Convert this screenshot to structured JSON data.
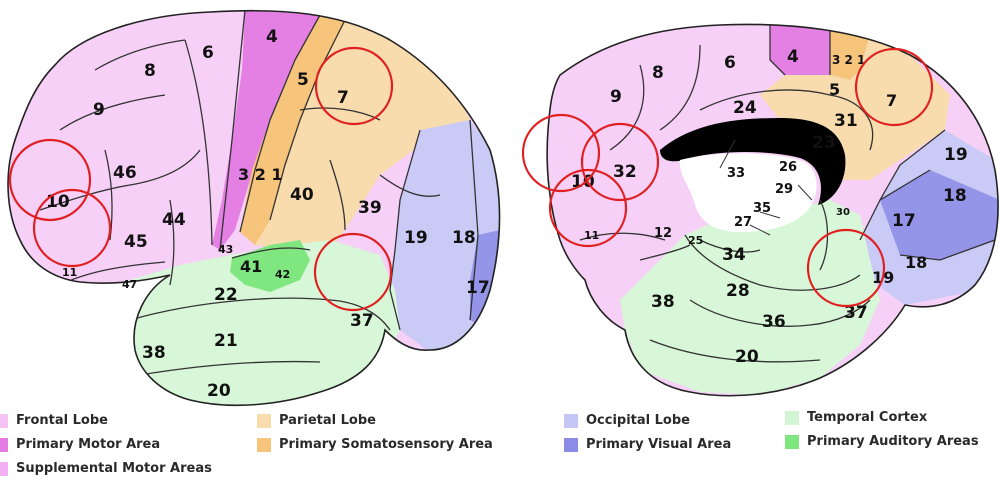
{
  "lateral_labels": [
    "4",
    "6",
    "8",
    "9",
    "5",
    "7",
    "46",
    "10",
    "3 2 1",
    "40",
    "39",
    "44",
    "45",
    "43",
    "41",
    "42",
    "11",
    "47",
    "19",
    "18",
    "17",
    "22",
    "37",
    "21",
    "38",
    "20"
  ],
  "medial_labels": [
    "6",
    "4",
    "3 2 1",
    "8",
    "9",
    "5",
    "7",
    "24",
    "31",
    "23",
    "33",
    "26",
    "29",
    "35",
    "27",
    "19",
    "18",
    "17",
    "32",
    "10",
    "12",
    "11",
    "25",
    "34",
    "28",
    "19",
    "18",
    "38",
    "36",
    "37",
    "20",
    "30"
  ],
  "legend": [
    {
      "label": "Frontal Lobe",
      "color": "#f4c3f4"
    },
    {
      "label": "Primary Motor Area",
      "color": "#e57be5"
    },
    {
      "label": "Supplemental Motor Areas",
      "color": "#f2b0f2"
    },
    {
      "label": "Parietal Lobe",
      "color": "#f8dcae"
    },
    {
      "label": "Primary Somatosensory Area",
      "color": "#f6c47b"
    },
    {
      "label": "Occipital Lobe",
      "color": "#c6c6f5"
    },
    {
      "label": "Primary Visual Area",
      "color": "#8c8ce6"
    },
    {
      "label": "Temporal Cortex",
      "color": "#d4f5d4"
    },
    {
      "label": "Primary Auditory Areas",
      "color": "#7fe67f"
    }
  ],
  "colors": {
    "frontal": "#f6d0f6",
    "motor": "#e480e4",
    "parietal": "#f8dcae",
    "somato": "#f6c47b",
    "occipital": "#cacaf6",
    "visual": "#9494e8",
    "temporal": "#d8f6d8",
    "auditory": "#80e680",
    "callosum": "#000000",
    "highlight_circle": "#e02020"
  }
}
